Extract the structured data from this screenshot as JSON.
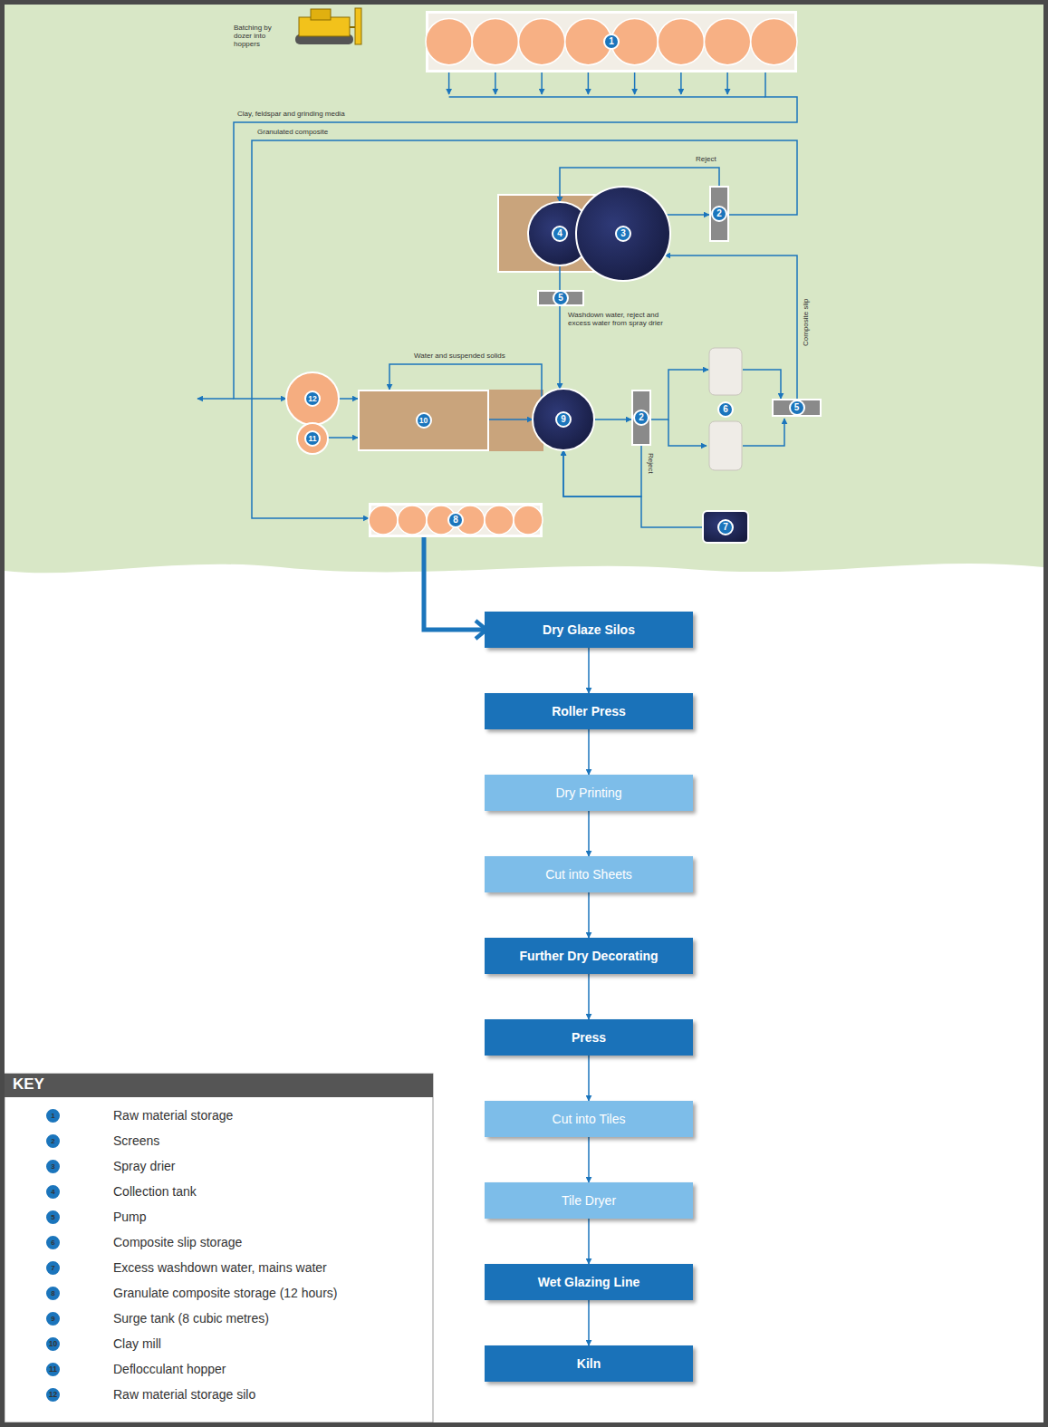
{
  "diagram": {
    "nodes": [
      {
        "text": [
          "1"
        ]
      },
      {
        "text": [
          "4"
        ]
      },
      {
        "text": [
          "3"
        ]
      },
      {
        "text": [
          "2"
        ]
      },
      {
        "text": [
          "5"
        ]
      },
      {
        "text": [
          "12"
        ]
      },
      {
        "text": [
          "10"
        ]
      },
      {
        "text": [
          "9"
        ]
      },
      {
        "text": [
          "2"
        ]
      },
      {
        "text": [
          "6"
        ]
      },
      {
        "text": [
          "5"
        ]
      },
      {
        "text": [
          "11"
        ]
      },
      {
        "text": [
          "7"
        ]
      },
      {
        "text": [
          "8"
        ]
      },
      {
        "text": [
          "Dry Glaze Silos"
        ]
      },
      {
        "text": [
          "Roller Press"
        ]
      },
      {
        "text": [
          "Dry Printing"
        ]
      },
      {
        "text": [
          "Cut into Sheets"
        ]
      },
      {
        "text": [
          "Further Dry Decorating"
        ]
      },
      {
        "text": [
          "Press"
        ]
      },
      {
        "text": [
          "Cut into Tiles"
        ]
      },
      {
        "text": [
          "Tile Dryer"
        ]
      },
      {
        "text": [
          "Wet Glazing Line"
        ]
      },
      {
        "text": [
          "Kiln"
        ]
      }
    ],
    "edges": [
      {
        "from": 0,
        "to": 5,
        "arrow": "to",
        "label": "Clay, feldspar and grinding media"
      },
      {
        "from": 3,
        "to": 13,
        "arrow": "to",
        "label": "Granulated composite"
      },
      {
        "from": 2,
        "to": 3,
        "arrow": "to"
      },
      {
        "from": 3,
        "to": 1,
        "arrow": "to",
        "label": "Reject"
      },
      {
        "from": 1,
        "to": 4,
        "arrow": "none"
      },
      {
        "from": 4,
        "to": 7,
        "arrow": "to",
        "label": "Washdown water, reject and excess water from spray drier"
      },
      {
        "from": 7,
        "to": 6,
        "arrow": "to",
        "label": "Water and suspended solids"
      },
      {
        "from": 5,
        "to": 6,
        "arrow": "to"
      },
      {
        "from": 11,
        "to": 6,
        "arrow": "to"
      },
      {
        "from": 6,
        "to": 7,
        "arrow": "to"
      },
      {
        "from": 7,
        "to": 8,
        "arrow": "to"
      },
      {
        "from": 8,
        "to": 9,
        "arrow": "to"
      },
      {
        "from": 9,
        "to": 10,
        "arrow": "to"
      },
      {
        "from": 10,
        "to": 2,
        "arrow": "to",
        "label": "Composite slip"
      },
      {
        "from": 8,
        "to": 7,
        "arrow": "to",
        "label": "Reject"
      },
      {
        "from": 12,
        "to": 7,
        "arrow": "to"
      },
      {
        "from": 13,
        "to": 14,
        "arrow": "to"
      },
      {
        "from": 14,
        "to": 15,
        "arrow": "to"
      },
      {
        "from": 15,
        "to": 16,
        "arrow": "to"
      },
      {
        "from": 16,
        "to": 17,
        "arrow": "to"
      },
      {
        "from": 17,
        "to": 18,
        "arrow": "to"
      },
      {
        "from": 18,
        "to": 19,
        "arrow": "to"
      },
      {
        "from": 19,
        "to": 20,
        "arrow": "to"
      },
      {
        "from": 20,
        "to": 21,
        "arrow": "to"
      },
      {
        "from": 21,
        "to": 22,
        "arrow": "to"
      },
      {
        "from": 22,
        "to": 23,
        "arrow": "to"
      }
    ],
    "labels": [
      "Batching by dozer into hoppers",
      "KEY",
      "1",
      "2",
      "3",
      "4",
      "5",
      "6",
      "7",
      "8",
      "9",
      "10",
      "11",
      "12"
    ],
    "legend": [
      {
        "text": "Raw material storage"
      },
      {
        "text": "Screens"
      },
      {
        "text": "Spray drier"
      },
      {
        "text": "Collection tank"
      },
      {
        "text": "Pump"
      },
      {
        "text": "Composite slip storage"
      },
      {
        "text": "Excess washdown water, mains water"
      },
      {
        "text": "Granulate composite storage (12 hours)"
      },
      {
        "text": "Surge tank (8 cubic metres)"
      },
      {
        "text": "Clay mill"
      },
      {
        "text": "Deflocculant hopper"
      },
      {
        "text": "Raw material storage silo"
      }
    ]
  }
}
